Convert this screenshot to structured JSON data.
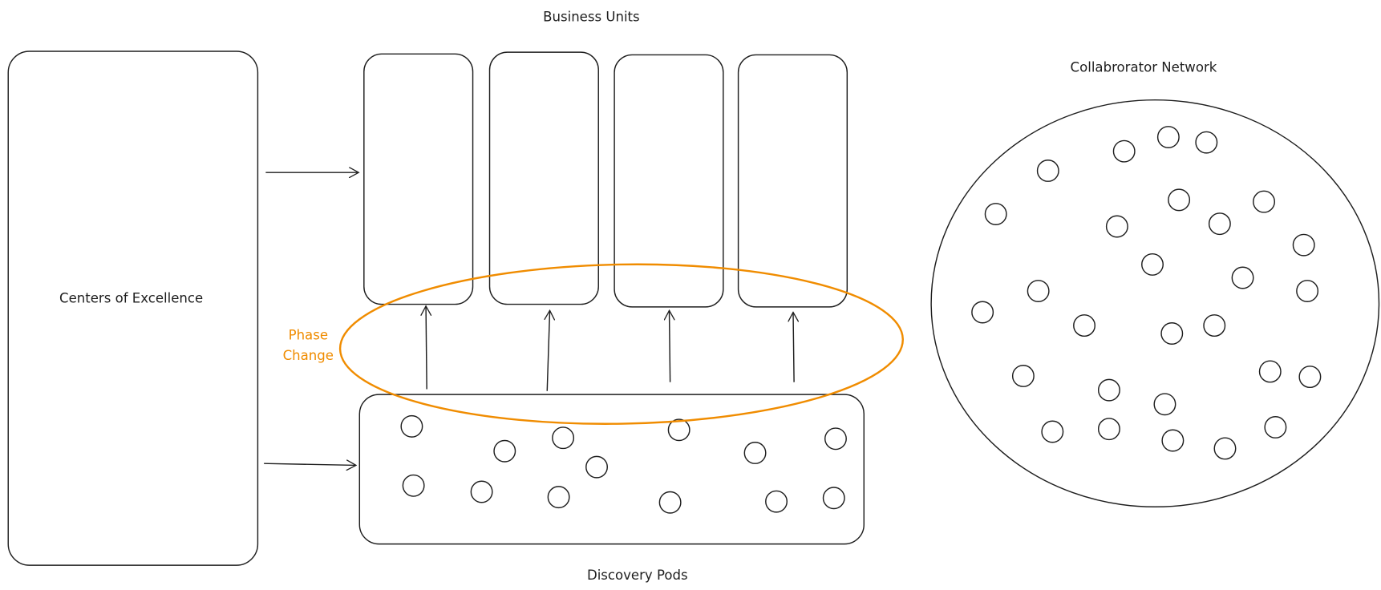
{
  "labels": {
    "business_units": "Business Units",
    "centers_of_excellence": "Centers of Excellence",
    "collaborator_network": "Collabrorator Network",
    "phase_change_line1": "Phase",
    "phase_change_line2": "Change",
    "discovery_pods": "Discovery Pods"
  },
  "colors": {
    "stroke": "#1e1e1e",
    "accent": "#f08c00"
  },
  "business_unit_count": 4,
  "discovery_pod_member_count": 13,
  "network_member_count": 28
}
